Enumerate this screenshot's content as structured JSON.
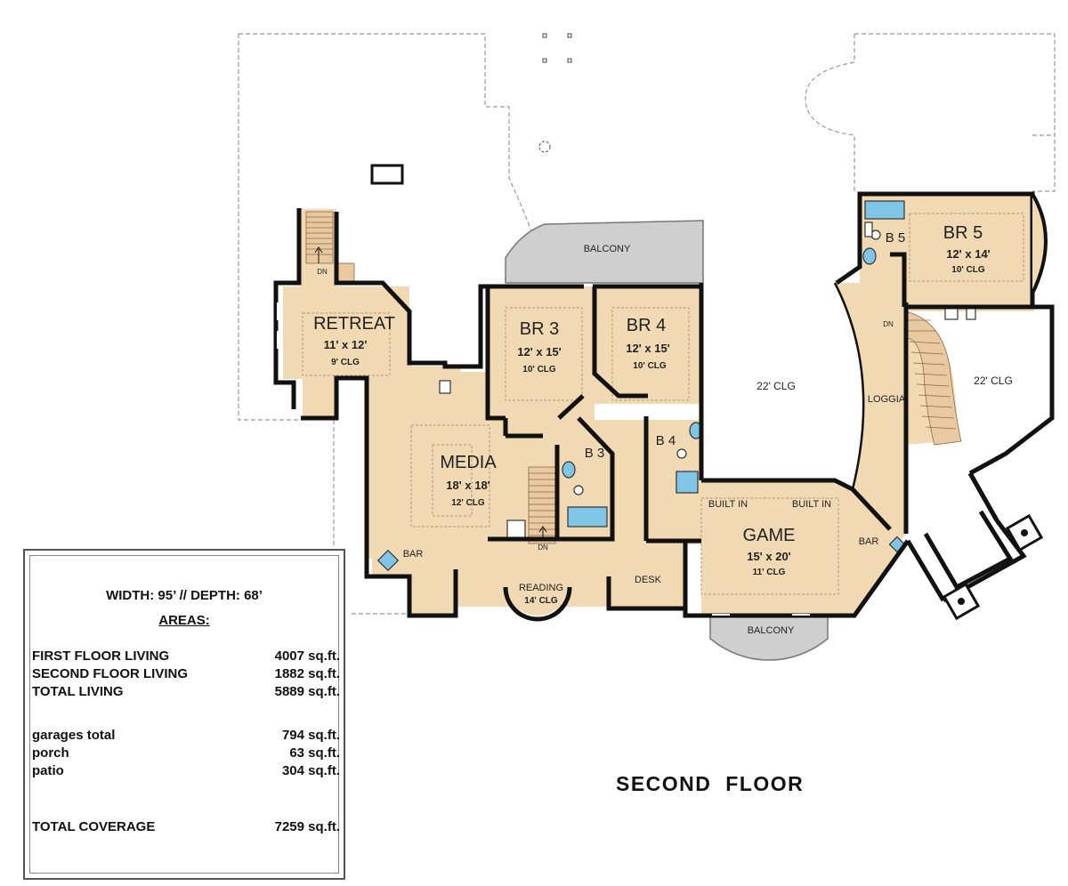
{
  "floor_title": "SECOND  FLOOR",
  "rooms": {
    "retreat": {
      "name": "RETREAT",
      "dims": "11' x 12'",
      "clg": "9' CLG"
    },
    "br3": {
      "name": "BR 3",
      "dims": "12' x 15'",
      "clg": "10' CLG"
    },
    "br4": {
      "name": "BR 4",
      "dims": "12' x 15'",
      "clg": "10' CLG"
    },
    "br5": {
      "name": "BR 5",
      "dims": "12' x 14'",
      "clg": "10' CLG"
    },
    "media": {
      "name": "MEDIA",
      "dims": "18' x 18'",
      "clg": "12' CLG"
    },
    "game": {
      "name": "GAME",
      "dims": "15' x 20'",
      "clg": "11' CLG"
    },
    "reading": {
      "name": "READING",
      "clg": "14' CLG"
    }
  },
  "labels": {
    "balcony_top": "BALCONY",
    "balcony_bottom": "BALCONY",
    "loggia": "LOGGIA",
    "open_clg_1": "22' CLG",
    "open_clg_2": "22' CLG",
    "b3": "B 3",
    "b4": "B 4",
    "b5": "B 5",
    "bar_left": "BAR",
    "bar_right": "BAR",
    "desk": "DESK",
    "built_in_1": "BUILT IN",
    "built_in_2": "BUILT IN",
    "dn_1": "DN",
    "dn_2": "DN",
    "dn_3": "DN"
  },
  "area_table": {
    "dimensions": "WIDTH: 95’ //  DEPTH: 68’",
    "heading": "AREAS:",
    "rows": [
      {
        "label": "FIRST FLOOR LIVING",
        "value": "4007 sq.ft."
      },
      {
        "label": "SECOND FLOOR LIVING",
        "value": "1882 sq.ft."
      },
      {
        "label": "TOTAL LIVING",
        "value": "5889 sq.ft."
      },
      {
        "label": "garages total",
        "value": "794 sq.ft."
      },
      {
        "label": "porch",
        "value": "63 sq.ft."
      },
      {
        "label": "patio",
        "value": "304 sq.ft."
      },
      {
        "label": "TOTAL COVERAGE",
        "value": "7259 sq.ft."
      }
    ]
  },
  "colors": {
    "floor": "#f1d9b3",
    "wall": "#111111",
    "balcony": "#cfcfcf",
    "tub": "#7fc6e6",
    "outline": "#999999"
  }
}
